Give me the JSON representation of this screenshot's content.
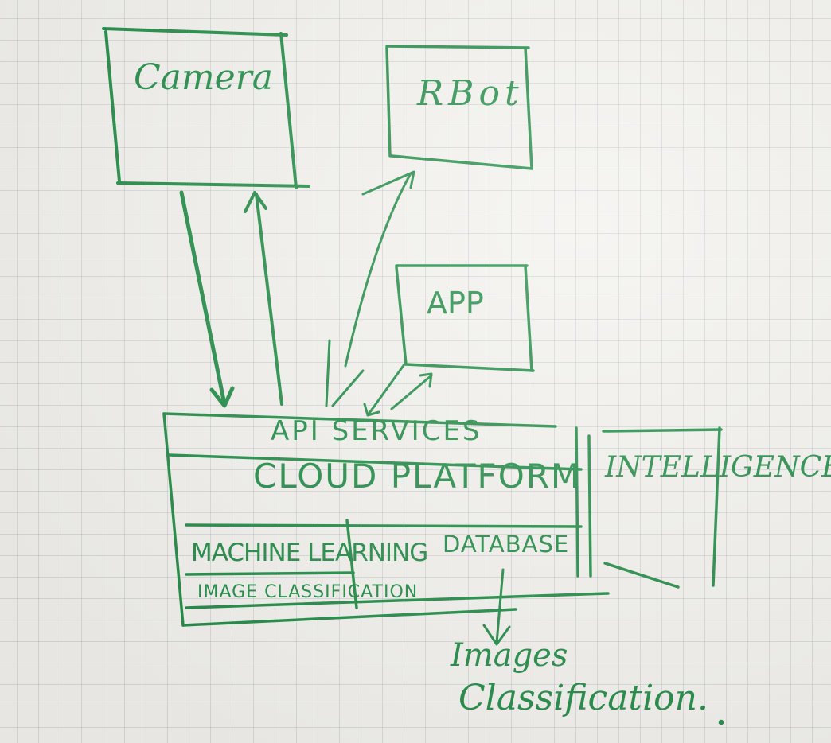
{
  "diagram": {
    "nodes": {
      "camera": "Camera",
      "robot": "RBot",
      "app": "APP",
      "api_services": "API SERVICES",
      "cloud_platform": "CLOUD PLATFORM",
      "machine_learning": "MACHINE LEARNING",
      "database": "DATABASE",
      "image_classification": "IMAGE CLASSIFICATION",
      "intelligence": "INTELLIGENCE"
    },
    "output_note": {
      "line1": "Images",
      "line2": "Classification."
    }
  },
  "colors": {
    "ink": "#1f8a44",
    "paper": "#f3f2ee"
  }
}
